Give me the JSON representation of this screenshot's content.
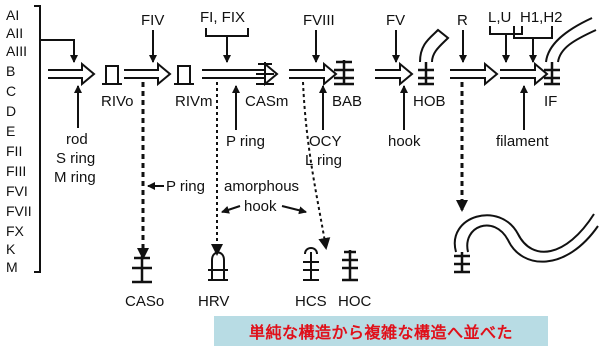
{
  "gene_list": [
    "AI",
    "AII",
    "AIII",
    "B",
    "C",
    "D",
    "E",
    "FII",
    "FIII",
    "FVI",
    "FVII",
    "FX",
    "K",
    "M"
  ],
  "top_genes": {
    "fiv": "FIV",
    "fi_fix": "FI, FIX",
    "fviii": "FVIII",
    "fv": "FV",
    "r": "R",
    "lu": "L,U",
    "h": "H1,H2"
  },
  "structures": {
    "rivo": "RIVo",
    "rivm": "RIVm",
    "casm": "CASm",
    "bab": "BAB",
    "hob": "HOB",
    "if": "IF",
    "caso": "CASo",
    "hrv": "HRV",
    "hcs": "HCS",
    "hoc": "HOC"
  },
  "components": {
    "rod": "rod",
    "s_ring": "S ring",
    "m_ring": "M ring",
    "p_ring": "P ring",
    "ocy": "OCY",
    "l_ring": "L ring",
    "hook": "hook",
    "filament": "filament",
    "p_ring_branch": "P ring",
    "amorphous": "amorphous",
    "hook_branch": "hook"
  },
  "caption": "単純な構造から複雑な構造へ並べた",
  "colors": {
    "ink": "#111111",
    "caption_text": "#e0101a",
    "caption_bg": "#b8dce4"
  }
}
